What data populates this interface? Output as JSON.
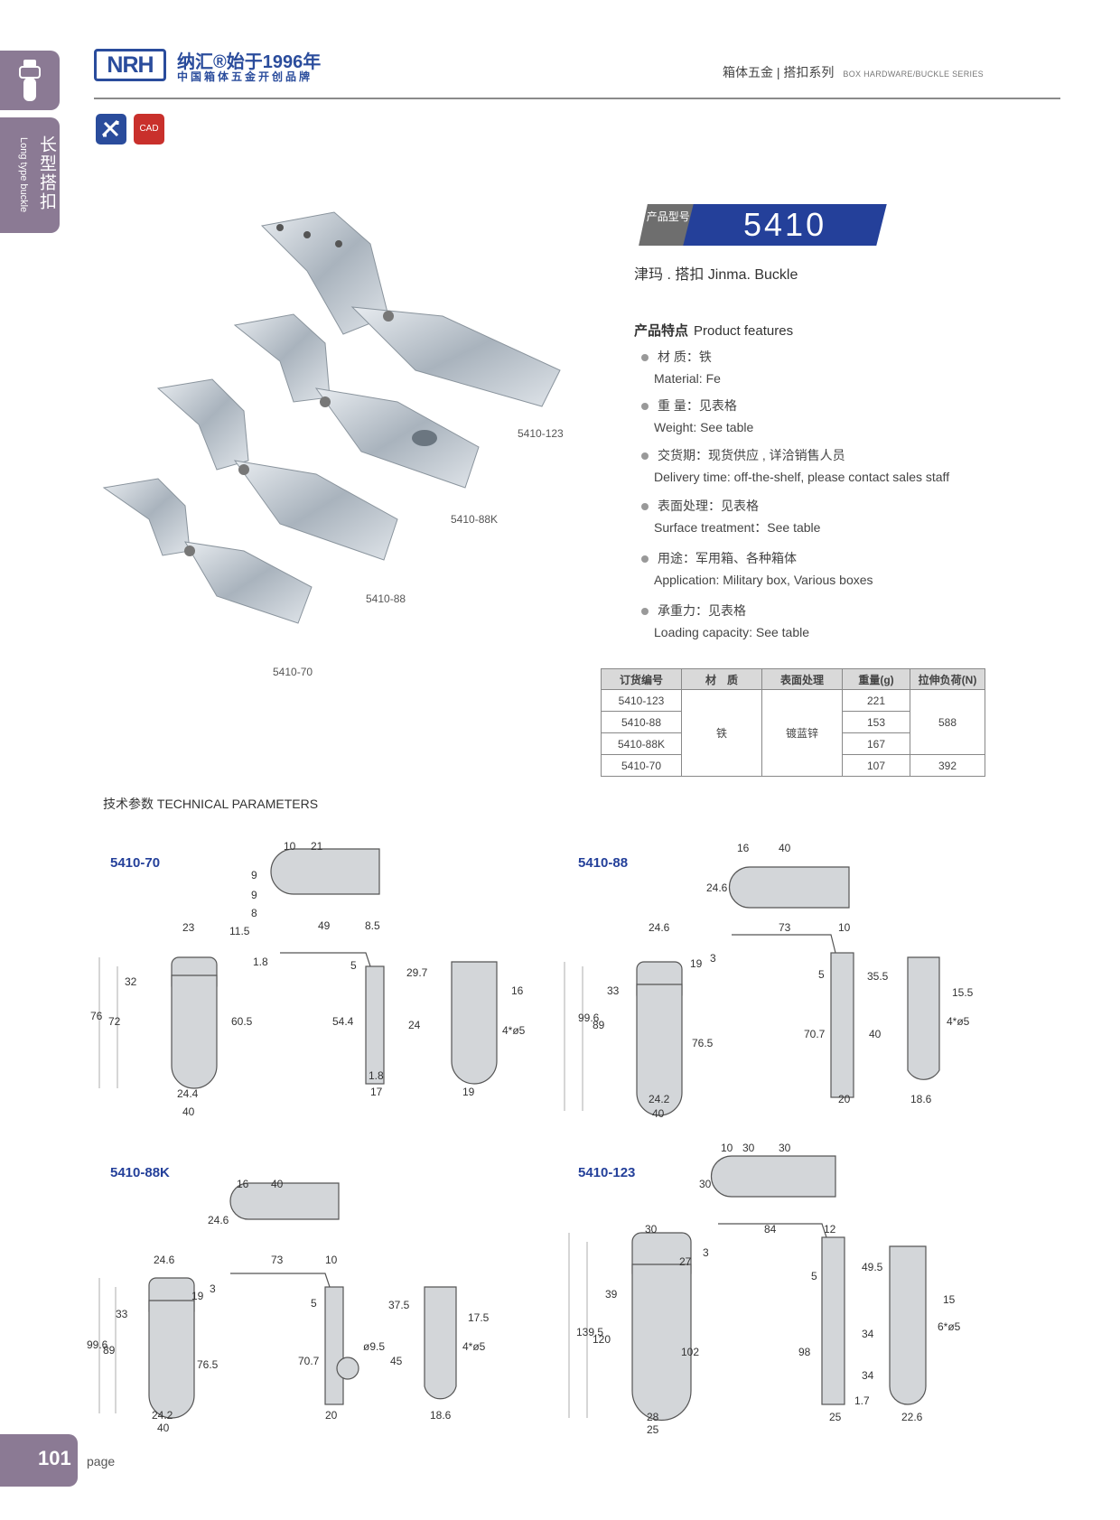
{
  "header": {
    "logo_text": "NRH",
    "brand_line1": "纳汇®始于1996年",
    "brand_line2": "中国箱体五金开创品牌",
    "category_zh": "箱体五金 | 搭扣系列",
    "category_en": "BOX HARDWARE/BUCKLE SERIES"
  },
  "side_tab": {
    "zh": "长型搭扣",
    "en": "Long type buckle"
  },
  "icons": {
    "cad_label": "CAD"
  },
  "product": {
    "tag": "产品型号",
    "model": "5410",
    "name": "津玛 . 搭扣   Jinma. Buckle"
  },
  "features": {
    "heading_zh": "产品特点",
    "heading_en": "Product features",
    "items": [
      {
        "zh": "材 质：铁",
        "en": "Material: Fe"
      },
      {
        "zh": "重 量：见表格",
        "en": "Weight: See table"
      },
      {
        "zh": "交货期：现货供应 , 详洽销售人员",
        "en": "Delivery time: off-the-shelf, please contact sales staff"
      },
      {
        "zh": "表面处理：见表格",
        "en": "Surface treatment：See table"
      },
      {
        "zh": "用途：军用箱、各种箱体",
        "en": "Application: Military box, Various boxes"
      },
      {
        "zh": "承重力：见表格",
        "en": "Loading capacity: See table"
      }
    ]
  },
  "table": {
    "headers": [
      "订货编号",
      "材　质",
      "表面处理",
      "重量(g)",
      "拉伸负荷(N)"
    ],
    "rows": [
      {
        "code": "5410-123",
        "weight": "221"
      },
      {
        "code": "5410-88",
        "weight": "153"
      },
      {
        "code": "5410-88K",
        "weight": "167"
      },
      {
        "code": "5410-70",
        "weight": "107"
      }
    ],
    "material": "铁",
    "surface": "镀蓝锌",
    "load_a": "588",
    "load_b": "392"
  },
  "photo_labels": [
    "5410-123",
    "5410-88K",
    "5410-88",
    "5410-70"
  ],
  "tech_heading": "技术参数  TECHNICAL PARAMETERS",
  "drawings": {
    "d70": {
      "title": "5410-70",
      "dims": [
        "10",
        "21",
        "9",
        "9",
        "8",
        "23",
        "11.5",
        "49",
        "8.5",
        "1.8",
        "5",
        "76",
        "72",
        "32",
        "60.5",
        "54.4",
        "29.7",
        "16",
        "24",
        "4*ø5",
        "1.8",
        "17",
        "19",
        "24.4",
        "40"
      ]
    },
    "d88": {
      "title": "5410-88",
      "dims": [
        "16",
        "40",
        "24.6",
        "24.6",
        "73",
        "10",
        "19",
        "3",
        "5",
        "99.6",
        "89",
        "33",
        "76.5",
        "70.7",
        "35.5",
        "15.5",
        "40",
        "4*ø5",
        "20",
        "18.6",
        "24.2",
        "40"
      ]
    },
    "d88k": {
      "title": "5410-88K",
      "dims": [
        "16",
        "40",
        "24.6",
        "24.6",
        "73",
        "10",
        "19",
        "3",
        "5",
        "99.6",
        "89",
        "33",
        "76.5",
        "70.7",
        "ø9.5",
        "37.5",
        "17.5",
        "45",
        "4*ø5",
        "20",
        "18.6",
        "24.2",
        "40"
      ]
    },
    "d123": {
      "title": "5410-123",
      "dims": [
        "10",
        "30",
        "30",
        "30",
        "30",
        "84",
        "12",
        "27",
        "3",
        "5",
        "139.5",
        "120",
        "39",
        "102",
        "98",
        "49.5",
        "15",
        "34",
        "34",
        "6*ø5",
        "28",
        "25",
        "25",
        "22.6",
        "1.7"
      ]
    }
  },
  "page": {
    "number": "101",
    "word": "page"
  }
}
